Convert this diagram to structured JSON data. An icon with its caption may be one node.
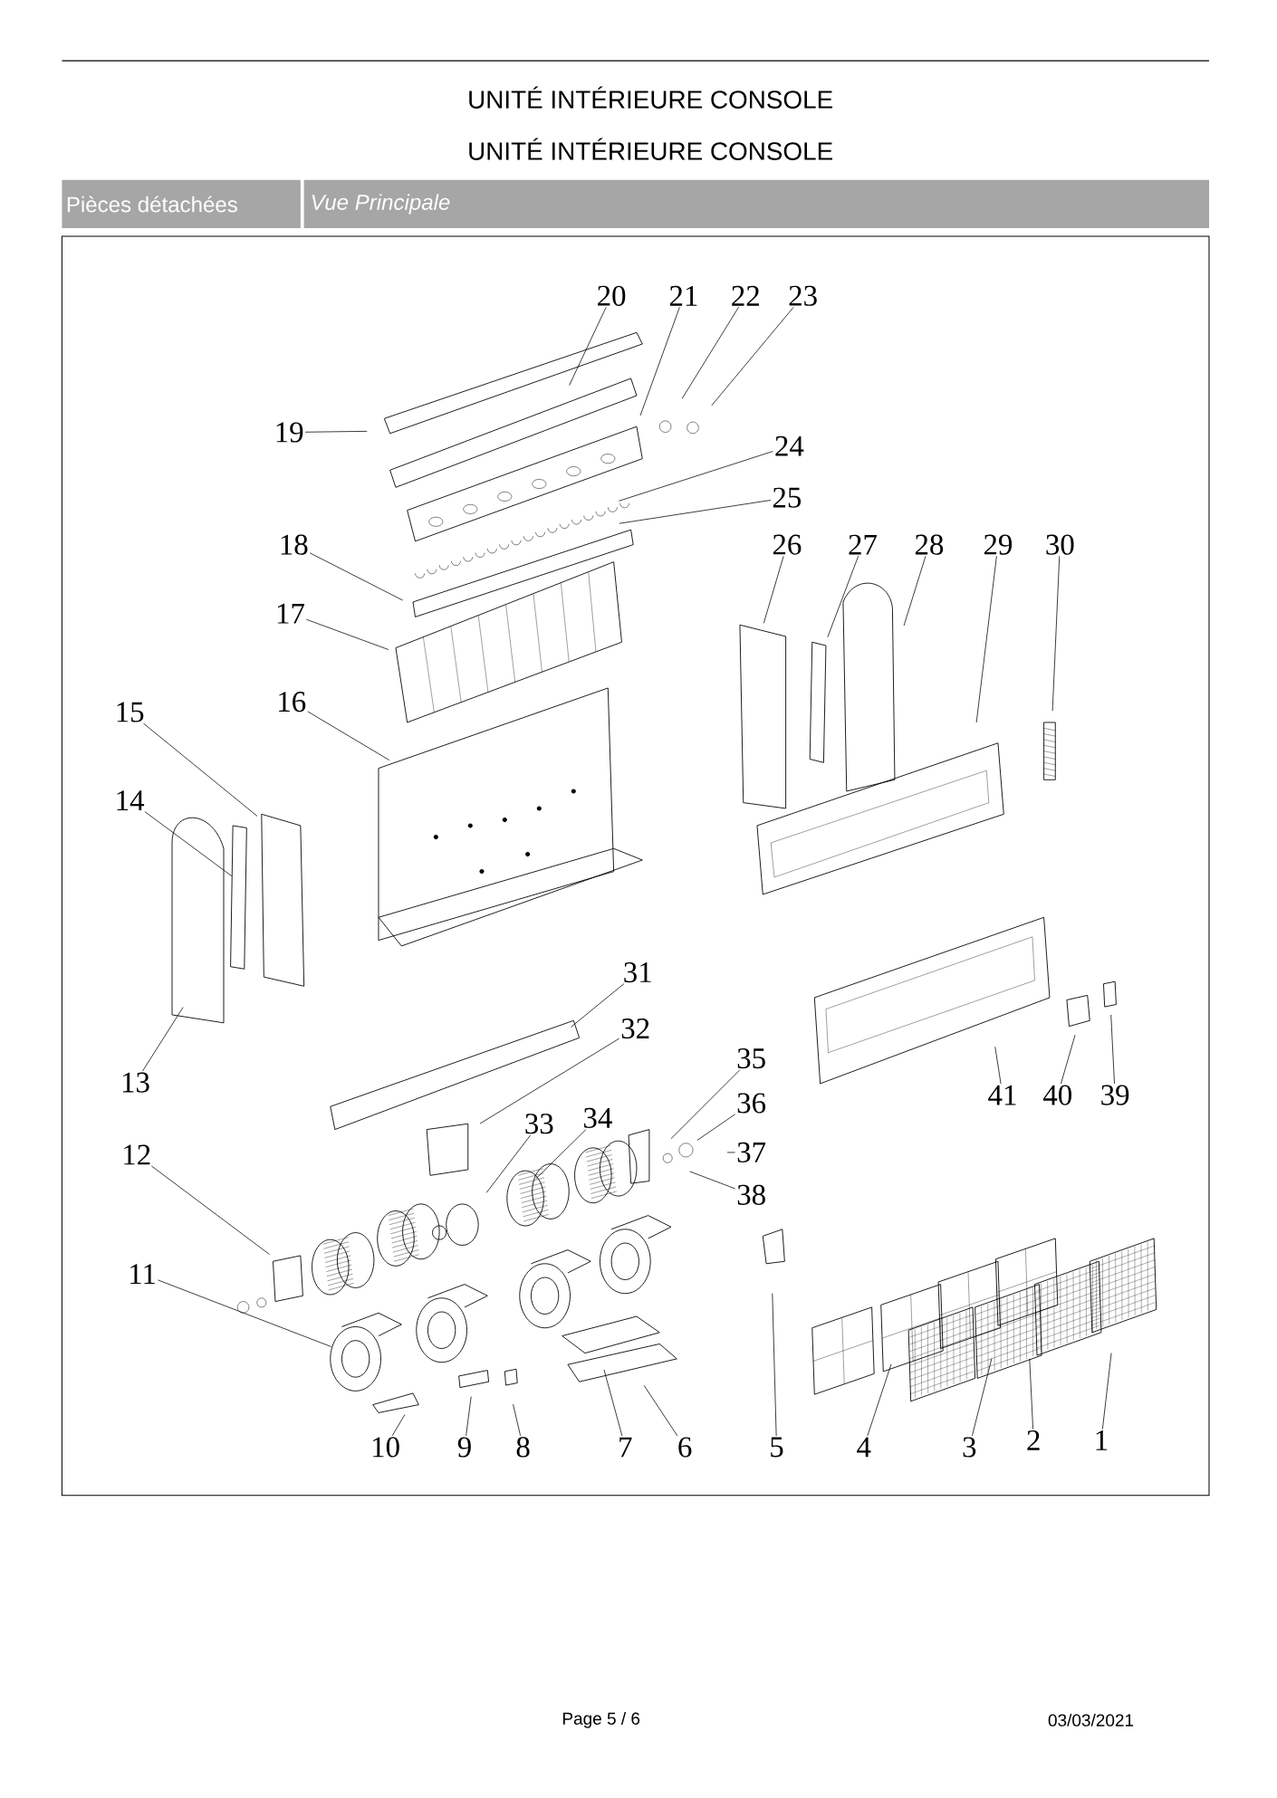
{
  "diagram": {
    "title": "UNITÉ INTÉRIEURE CONSOLE",
    "nodes": [
      {
        "text": [
          "1"
        ]
      },
      {
        "text": [
          "2"
        ]
      },
      {
        "text": [
          "3"
        ]
      },
      {
        "text": [
          "4"
        ]
      },
      {
        "text": [
          "5"
        ]
      },
      {
        "text": [
          "6"
        ]
      },
      {
        "text": [
          "7"
        ]
      },
      {
        "text": [
          "8"
        ]
      },
      {
        "text": [
          "9"
        ]
      },
      {
        "text": [
          "10"
        ]
      },
      {
        "text": [
          "11"
        ]
      },
      {
        "text": [
          "12"
        ]
      },
      {
        "text": [
          "13"
        ]
      },
      {
        "text": [
          "14"
        ]
      },
      {
        "text": [
          "15"
        ]
      },
      {
        "text": [
          "16"
        ]
      },
      {
        "text": [
          "17"
        ]
      },
      {
        "text": [
          "18"
        ]
      },
      {
        "text": [
          "19"
        ]
      },
      {
        "text": [
          "20"
        ]
      },
      {
        "text": [
          "21"
        ]
      },
      {
        "text": [
          "22"
        ]
      },
      {
        "text": [
          "23"
        ]
      },
      {
        "text": [
          "24"
        ]
      },
      {
        "text": [
          "25"
        ]
      },
      {
        "text": [
          "26"
        ]
      },
      {
        "text": [
          "27"
        ]
      },
      {
        "text": [
          "28"
        ]
      },
      {
        "text": [
          "29"
        ]
      },
      {
        "text": [
          "30"
        ]
      },
      {
        "text": [
          "31"
        ]
      },
      {
        "text": [
          "32"
        ]
      },
      {
        "text": [
          "33"
        ]
      },
      {
        "text": [
          "34"
        ]
      },
      {
        "text": [
          "35"
        ]
      },
      {
        "text": [
          "36"
        ]
      },
      {
        "text": [
          "37"
        ]
      },
      {
        "text": [
          "38"
        ]
      },
      {
        "text": [
          "39"
        ]
      },
      {
        "text": [
          "40"
        ]
      },
      {
        "text": [
          "41"
        ]
      }
    ],
    "edges": [
      {
        "from": 0,
        "to": null,
        "arrow": "none"
      },
      {
        "from": 1,
        "to": null,
        "arrow": "none"
      },
      {
        "from": 2,
        "to": null,
        "arrow": "none"
      },
      {
        "from": 3,
        "to": null,
        "arrow": "none"
      },
      {
        "from": 4,
        "to": null,
        "arrow": "none"
      },
      {
        "from": 5,
        "to": null,
        "arrow": "none"
      },
      {
        "from": 6,
        "to": null,
        "arrow": "none"
      },
      {
        "from": 7,
        "to": null,
        "arrow": "none"
      },
      {
        "from": 8,
        "to": null,
        "arrow": "none"
      },
      {
        "from": 9,
        "to": null,
        "arrow": "none"
      },
      {
        "from": 10,
        "to": null,
        "arrow": "none"
      },
      {
        "from": 11,
        "to": null,
        "arrow": "none"
      },
      {
        "from": 12,
        "to": null,
        "arrow": "none"
      },
      {
        "from": 13,
        "to": null,
        "arrow": "none"
      },
      {
        "from": 14,
        "to": null,
        "arrow": "none"
      },
      {
        "from": 15,
        "to": null,
        "arrow": "none"
      },
      {
        "from": 16,
        "to": null,
        "arrow": "none"
      },
      {
        "from": 17,
        "to": null,
        "arrow": "none"
      },
      {
        "from": 18,
        "to": null,
        "arrow": "none"
      },
      {
        "from": 19,
        "to": null,
        "arrow": "none"
      },
      {
        "from": 20,
        "to": null,
        "arrow": "none"
      },
      {
        "from": 21,
        "to": null,
        "arrow": "none"
      },
      {
        "from": 22,
        "to": null,
        "arrow": "none"
      },
      {
        "from": 23,
        "to": null,
        "arrow": "none"
      },
      {
        "from": 24,
        "to": null,
        "arrow": "none"
      },
      {
        "from": 25,
        "to": null,
        "arrow": "none"
      },
      {
        "from": 26,
        "to": null,
        "arrow": "none"
      },
      {
        "from": 27,
        "to": null,
        "arrow": "none"
      },
      {
        "from": 28,
        "to": null,
        "arrow": "none"
      },
      {
        "from": 29,
        "to": null,
        "arrow": "none"
      },
      {
        "from": 30,
        "to": null,
        "arrow": "none"
      },
      {
        "from": 31,
        "to": null,
        "arrow": "none"
      },
      {
        "from": 32,
        "to": null,
        "arrow": "none"
      },
      {
        "from": 33,
        "to": null,
        "arrow": "none"
      },
      {
        "from": 34,
        "to": null,
        "arrow": "none"
      },
      {
        "from": 35,
        "to": null,
        "arrow": "none"
      },
      {
        "from": 36,
        "to": null,
        "arrow": "none"
      },
      {
        "from": 37,
        "to": null,
        "arrow": "none"
      },
      {
        "from": 38,
        "to": null,
        "arrow": "none"
      },
      {
        "from": 39,
        "to": null,
        "arrow": "none"
      },
      {
        "from": 40,
        "to": null,
        "arrow": "none"
      }
    ],
    "labels": [
      "UNITÉ INTÉRIEURE CONSOLE",
      "Pièces détachées",
      "*Vue Principale*",
      "Page 5 / 6",
      "03/03/2021"
    ]
  }
}
